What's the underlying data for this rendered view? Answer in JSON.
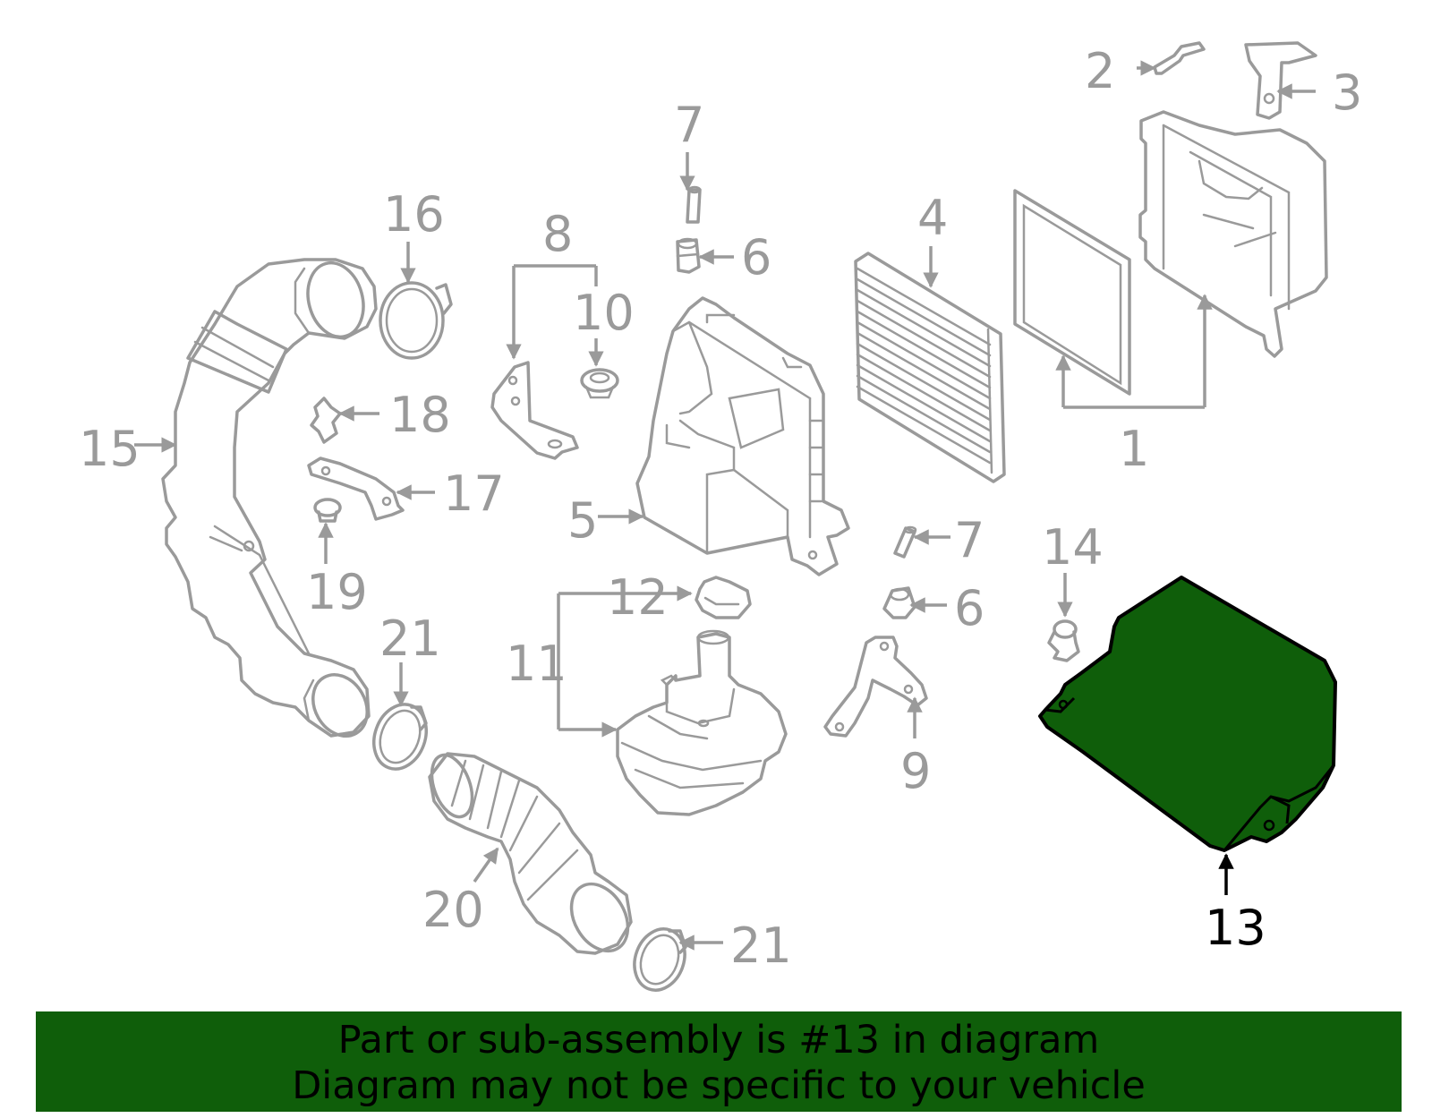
{
  "colors": {
    "highlight": "#0f5e0a",
    "part_line": "#9a9a9a",
    "text_highlight": "#000000"
  },
  "callouts": {
    "c1": "1",
    "c2": "2",
    "c3": "3",
    "c4": "4",
    "c5": "5",
    "c6a": "6",
    "c6b": "6",
    "c7a": "7",
    "c7b": "7",
    "c8": "8",
    "c9": "9",
    "c10": "10",
    "c11": "11",
    "c12": "12",
    "c13": "13",
    "c14": "14",
    "c15": "15",
    "c16": "16",
    "c17": "17",
    "c18": "18",
    "c19": "19",
    "c20": "20",
    "c21a": "21",
    "c21b": "21"
  },
  "banner": {
    "line1": "Part or sub-assembly is #13 in diagram",
    "line2": "Diagram may not be specific to your vehicle"
  }
}
